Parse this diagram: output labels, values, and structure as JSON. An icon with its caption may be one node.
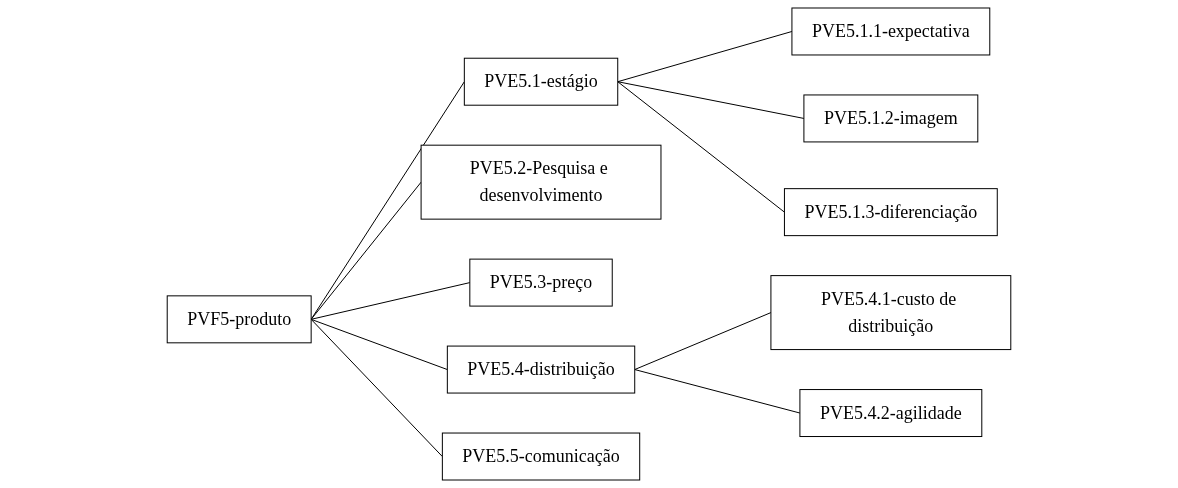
{
  "diagram": {
    "nodes": [
      {
        "text": [
          "PVF5-produto"
        ]
      },
      {
        "text": [
          "PVE5.1-estágio"
        ]
      },
      {
        "text": [
          "PVE5.1.1-expectativa"
        ]
      },
      {
        "text": [
          "PVE5.1.2-imagem"
        ]
      },
      {
        "text": [
          "PVE5.1.3-diferenciação"
        ]
      },
      {
        "text": [
          "PVE5.2-Pesquisa e desenvolvimento"
        ]
      },
      {
        "text": [
          "PVE5.3-preço"
        ]
      },
      {
        "text": [
          "PVE5.4-distribuição"
        ]
      },
      {
        "text": [
          "PVE5.4.1-custo de distribuição"
        ]
      },
      {
        "text": [
          "PVE5.4.2-agilidade"
        ]
      },
      {
        "text": [
          "PVE5.5-comunicação"
        ]
      }
    ],
    "edges": [
      {
        "from": 0,
        "to": 1,
        "arrow": "none"
      },
      {
        "from": 1,
        "to": 2,
        "arrow": "none"
      },
      {
        "from": 1,
        "to": 3,
        "arrow": "none"
      },
      {
        "from": 1,
        "to": 4,
        "arrow": "none"
      },
      {
        "from": 0,
        "to": 5,
        "arrow": "none"
      },
      {
        "from": 0,
        "to": 6,
        "arrow": "none"
      },
      {
        "from": 0,
        "to": 7,
        "arrow": "none"
      },
      {
        "from": 7,
        "to": 8,
        "arrow": "none"
      },
      {
        "from": 7,
        "to": 9,
        "arrow": "none"
      },
      {
        "from": 0,
        "to": 10,
        "arrow": "none"
      }
    ]
  }
}
